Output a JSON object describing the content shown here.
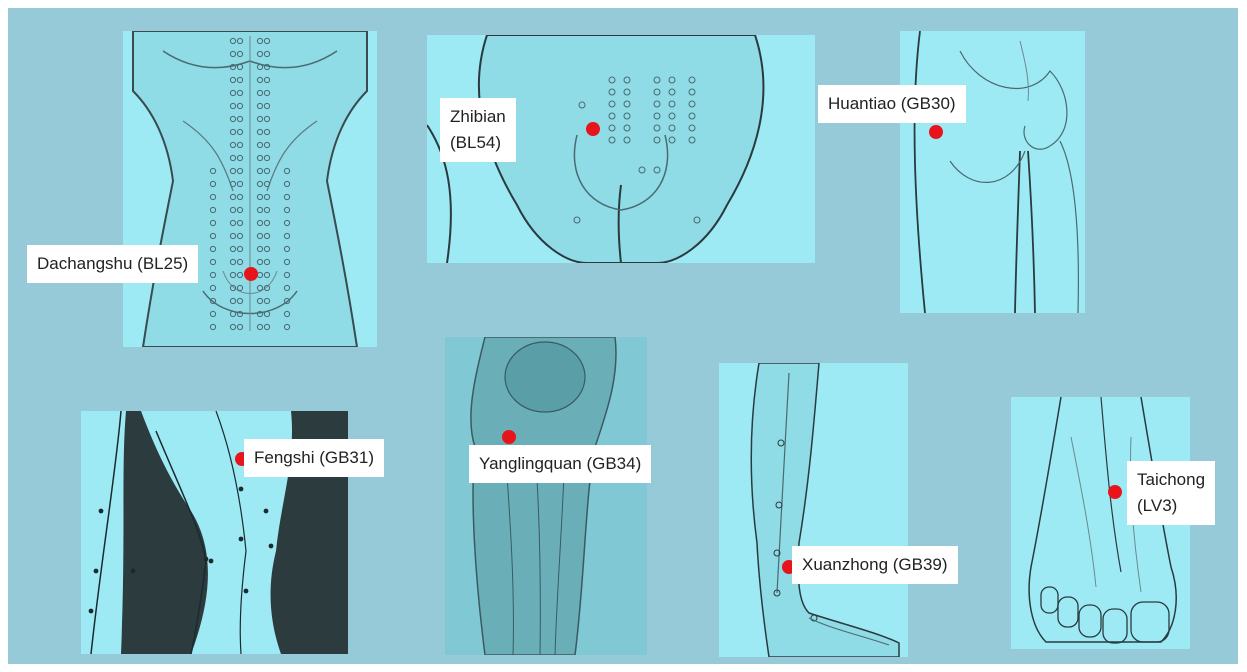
{
  "background_color": "#96cad9",
  "panel_color": "#9eeaf4",
  "point_color": "#e8141b",
  "points": [
    {
      "id": "bl25",
      "label": "Dachangshu (BL25)",
      "lines": [
        "Dachangshu (BL25)"
      ]
    },
    {
      "id": "bl54",
      "label": "Zhibian (BL54)",
      "lines": [
        "Zhibian",
        "(BL54)"
      ]
    },
    {
      "id": "gb30",
      "label": "Huantiao (GB30)",
      "lines": [
        "Huantiao (GB30)"
      ]
    },
    {
      "id": "gb31",
      "label": "Fengshi (GB31)",
      "lines": [
        "Fengshi (GB31)"
      ]
    },
    {
      "id": "gb34",
      "label": "Yanglingquan (GB34)",
      "lines": [
        "Yanglingquan (GB34)"
      ]
    },
    {
      "id": "gb39",
      "label": "Xuanzhong (GB39)",
      "lines": [
        "Xuanzhong (GB39)"
      ]
    },
    {
      "id": "lv3",
      "label": "Taichong (LV3)",
      "lines": [
        "Taichong",
        "(LV3)"
      ]
    }
  ],
  "panels": [
    {
      "id": "back",
      "illustration": "lower-back-with-spine-points"
    },
    {
      "id": "buttocks",
      "illustration": "buttocks-with-acupoints"
    },
    {
      "id": "hip",
      "illustration": "hip-line-drawing"
    },
    {
      "id": "thigh",
      "illustration": "lateral-thigh-with-meridian"
    },
    {
      "id": "knee",
      "illustration": "knee-lateral-muscles"
    },
    {
      "id": "lowerleg",
      "illustration": "lower-leg-and-foot"
    },
    {
      "id": "foot",
      "illustration": "foot-dorsum-line-drawing"
    }
  ]
}
